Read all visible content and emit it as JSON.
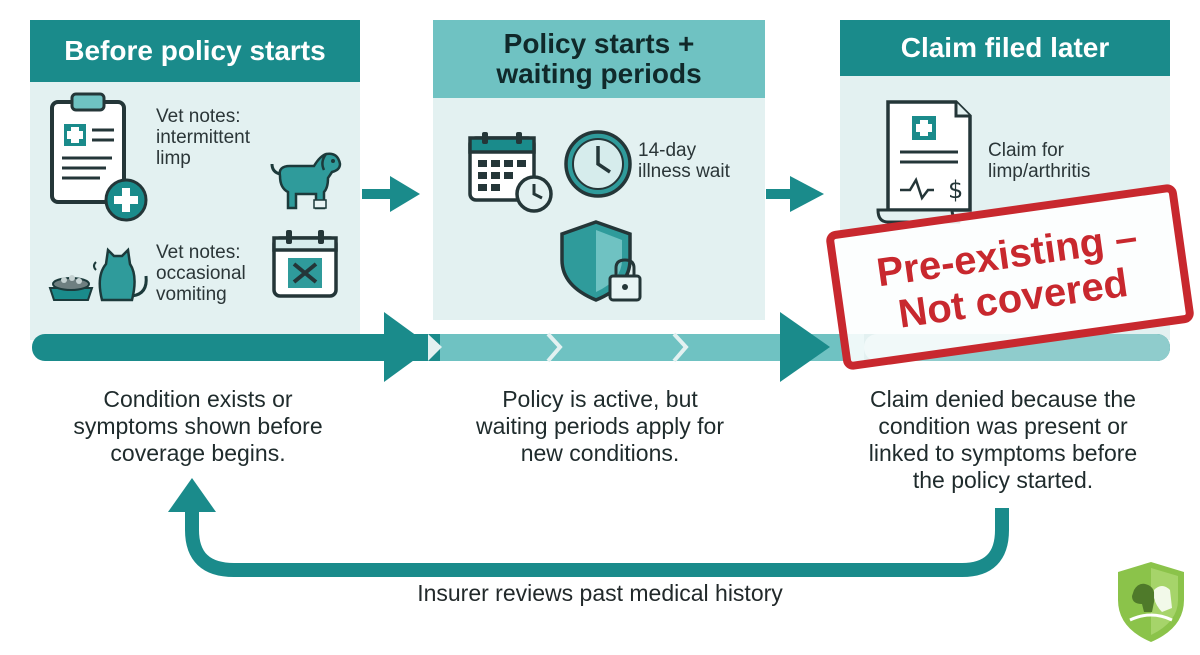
{
  "stages": [
    {
      "title": "Before policy starts",
      "notes": [
        "Vet notes:\nintermittent\nlimp",
        "Vet notes:\noccasional\nvomiting"
      ],
      "caption": "Condition exists or\nsymptoms shown before\ncoverage begins."
    },
    {
      "title": "Policy starts +\nwaiting periods",
      "notes": [
        "14-day\nillness wait"
      ],
      "caption": "Policy is active, but\nwaiting periods apply for\nnew conditions."
    },
    {
      "title": "Claim filed later",
      "notes": [
        "Claim for\nlimp/arthritis"
      ],
      "caption": "Claim denied because the\ncondition was present or\nlinked to symptoms before\nthe policy started."
    }
  ],
  "stamp": {
    "line1": "Pre-existing –",
    "line2": "Not covered"
  },
  "loop_label": "Insurer reviews past medical history",
  "colors": {
    "teal": "#1a8b8b",
    "light_teal": "#6fc2c2",
    "panel_bg": "#e3f1f1",
    "stamp_red": "#c8282e",
    "logo_green": "#8bc34a"
  },
  "icons": [
    "clipboard-medical-icon",
    "dog-icon",
    "cat-food-bowl-icon",
    "calendar-x-icon",
    "calendar-clock-icon",
    "clock-icon",
    "shield-lock-icon",
    "claim-document-icon",
    "shield-pet-logo-icon"
  ]
}
